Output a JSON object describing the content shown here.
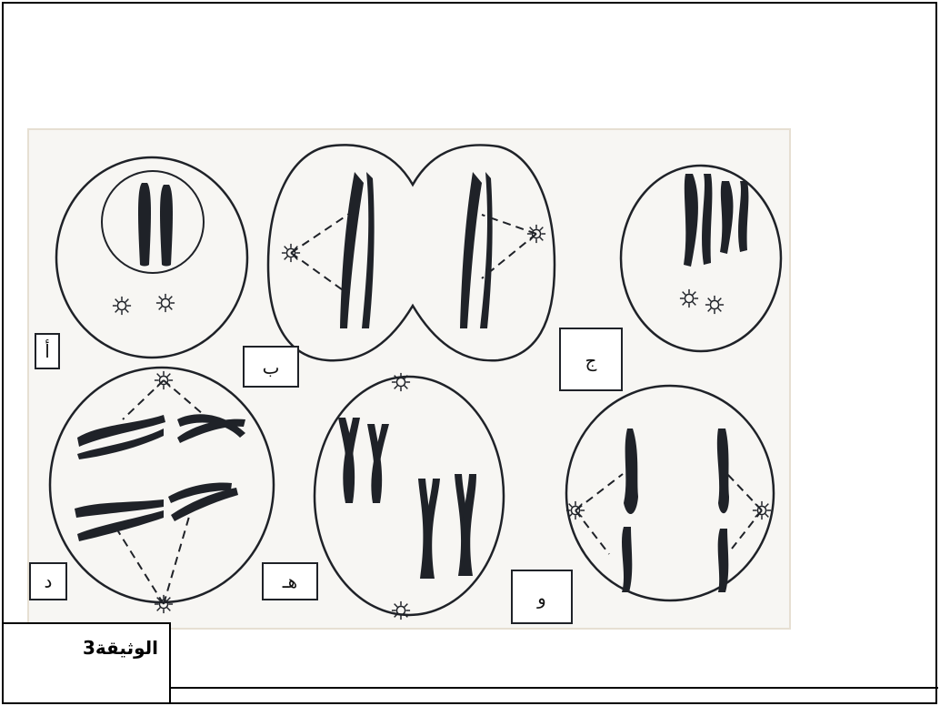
{
  "document_label": "الوثيقة3",
  "panels": [
    {
      "id": "a",
      "label": "أ"
    },
    {
      "id": "b",
      "label": "ب"
    },
    {
      "id": "c",
      "label": "ج"
    },
    {
      "id": "d",
      "label": "د"
    },
    {
      "id": "e",
      "label": "هـ"
    },
    {
      "id": "f",
      "label": "و"
    }
  ],
  "colors": {
    "ink": "#1f2228",
    "paper": "#f7f6f3",
    "paper_edge": "#e6dfd2"
  }
}
